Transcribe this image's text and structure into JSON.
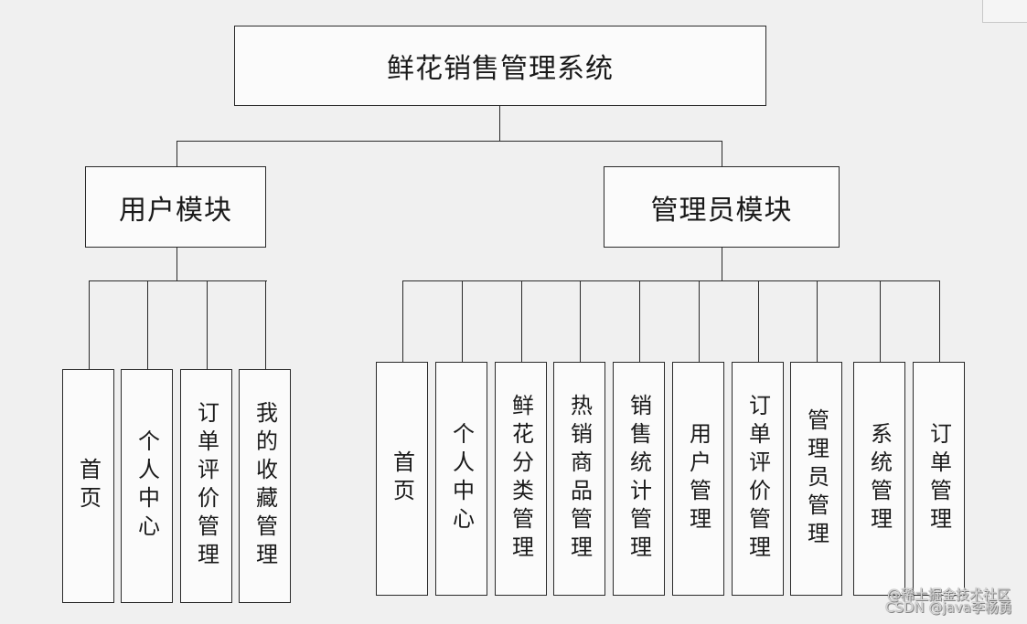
{
  "root": {
    "label": "鲜花销售管理系统"
  },
  "modules": [
    {
      "label": "用户模块",
      "items": [
        "首页",
        "个人中心",
        "订单评价管理",
        "我的收藏管理"
      ]
    },
    {
      "label": "管理员模块",
      "items": [
        "首页",
        "个人中心",
        "鲜花分类管理",
        "热销商品管理",
        "销售统计管理",
        "用户管理",
        "订单评价管理",
        "管理员管理",
        "系统管理",
        "订单管理"
      ]
    }
  ],
  "watermark": {
    "line1": "@稀土掘金技术社区",
    "line2": "CSDN @java李杨勇"
  }
}
